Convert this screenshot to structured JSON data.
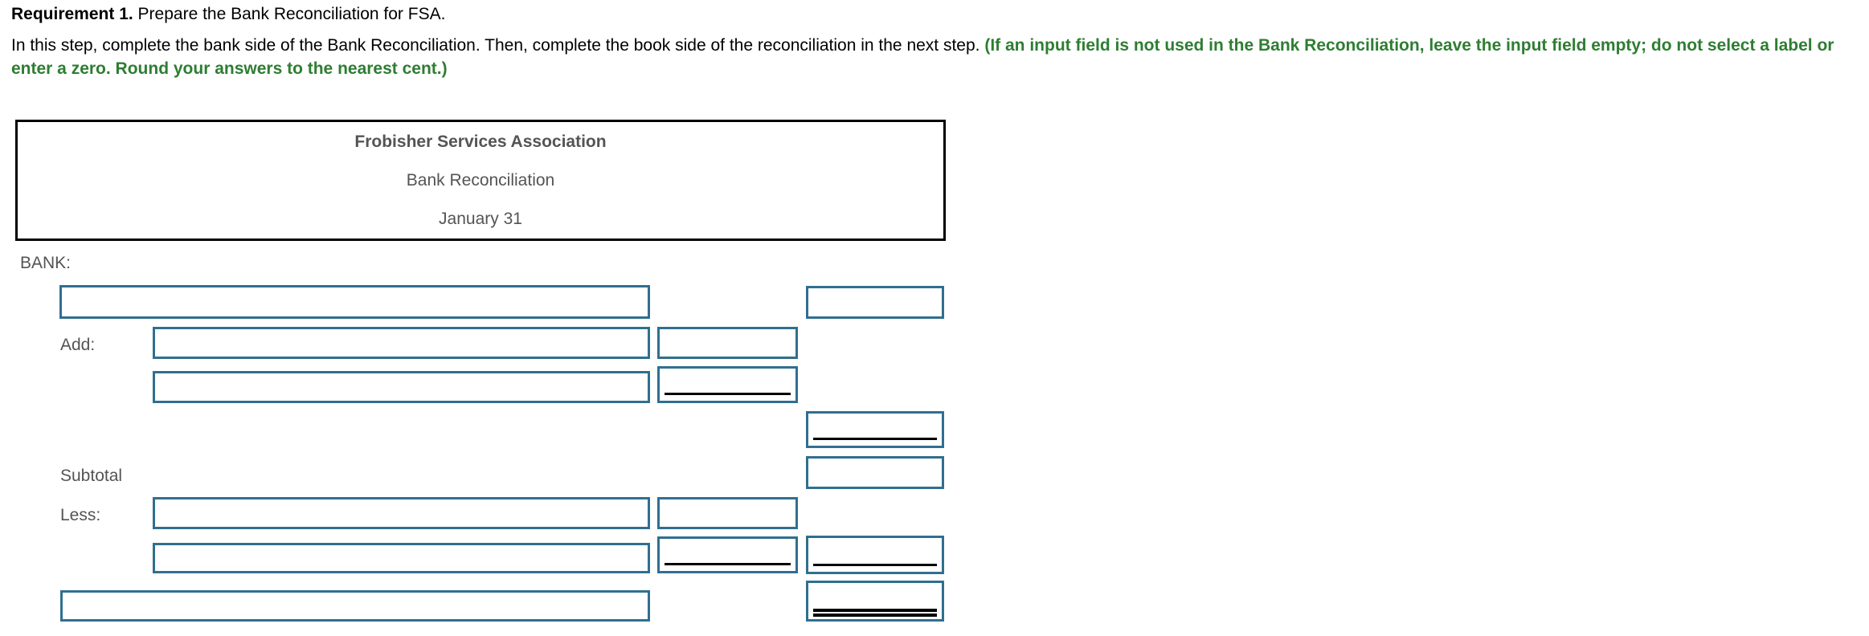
{
  "requirement": {
    "label": "Requirement 1.",
    "text": " Prepare the Bank Reconciliation for FSA."
  },
  "instructions": {
    "normal": "In this step, complete the bank side of the Bank Reconciliation. Then, complete the book side of the reconciliation in the next step. ",
    "emphasis": "(If an input field is not used in the Bank Reconciliation, leave the input field empty; do not select a label or enter a zero. Round your answers to the nearest cent.)"
  },
  "statement_header": {
    "company": "Frobisher Services Association",
    "title": "Bank Reconciliation",
    "date": "January 31"
  },
  "bank_section": {
    "section_label": "BANK:",
    "add_label": "Add:",
    "subtotal_label": "Subtotal",
    "less_label": "Less:",
    "fields": {
      "balance_desc": "",
      "balance_amount": "",
      "add_item1_desc": "",
      "add_item1_amount": "",
      "add_item2_desc": "",
      "add_item2_amount": "",
      "add_total_amount": "",
      "subtotal_amount": "",
      "less_item1_desc": "",
      "less_item1_amount": "",
      "less_item2_desc": "",
      "less_item2_amount": "",
      "less_total_amount": "",
      "adjusted_balance_desc": "",
      "adjusted_balance_amount": ""
    }
  },
  "colors": {
    "input_border": "#306f90",
    "emphasis_green": "#2e7d32",
    "header_text": "#545454",
    "body_text": "#000000",
    "rule_black": "#000000"
  }
}
